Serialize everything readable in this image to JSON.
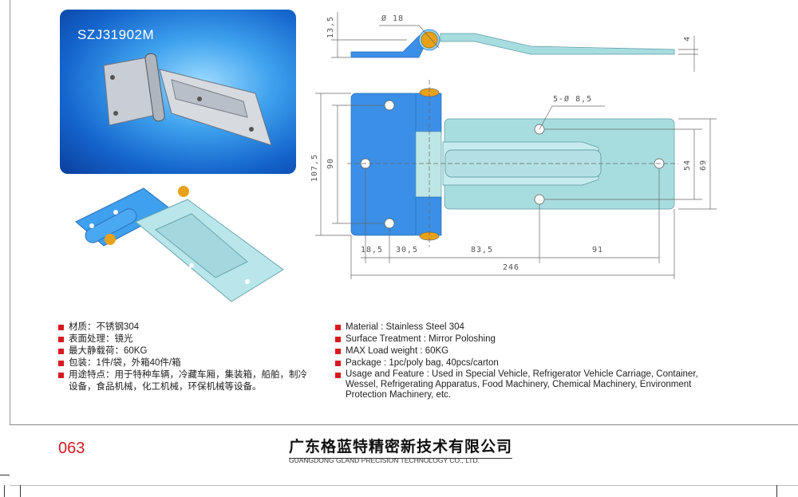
{
  "product": {
    "model": "SZJ31902M"
  },
  "drawing": {
    "dims": {
      "height_side": "13,5",
      "pin_dia": "Ø 18",
      "thickness": "4",
      "holes": "5-Ø 8,5",
      "overall_height": "107,5",
      "left_hole_span": "90",
      "right_hole_span": "54",
      "right_plate_height": "69",
      "d1": "18,5",
      "d2": "30,5",
      "d3": "83,5",
      "d4": "91",
      "overall_length": "246"
    }
  },
  "specs_cn": [
    "材质：不锈钢304",
    "表面处理：镜光",
    "最大静载荷：60KG",
    "包装：1件/袋，外箱40件/箱",
    "用途特点：用于特种车辆，冷藏车厢，集装箱，船舶，制冷设备，食品机械，化工机械，环保机械等设备。"
  ],
  "specs_en": [
    "Material : Stainless Steel 304",
    "Surface Treatment : Mirror Poloshing",
    "MAX Load weight : 60KG",
    "Package : 1pc/poly bag, 40pcs/carton",
    "Usage and Feature : Used in Special Vehicle, Refrigerator Vehicle Carriage, Container, Wessel, Refrigerating Apparatus, Food Machinery, Chemical Machinery, Environment Protection Machinery, etc."
  ],
  "footer": {
    "page_number": "063",
    "company_cn": "广东格蓝特精密新技术有限公司",
    "company_en": "GUANGDONG GLAND PRECISION TECHNOLOGY CO., LTD."
  },
  "colors": {
    "accent": "#d71a20",
    "hinge_blue": "#3b8fe6",
    "plate_cyan": "#a8dde0",
    "pin_gold": "#e8a21a"
  }
}
